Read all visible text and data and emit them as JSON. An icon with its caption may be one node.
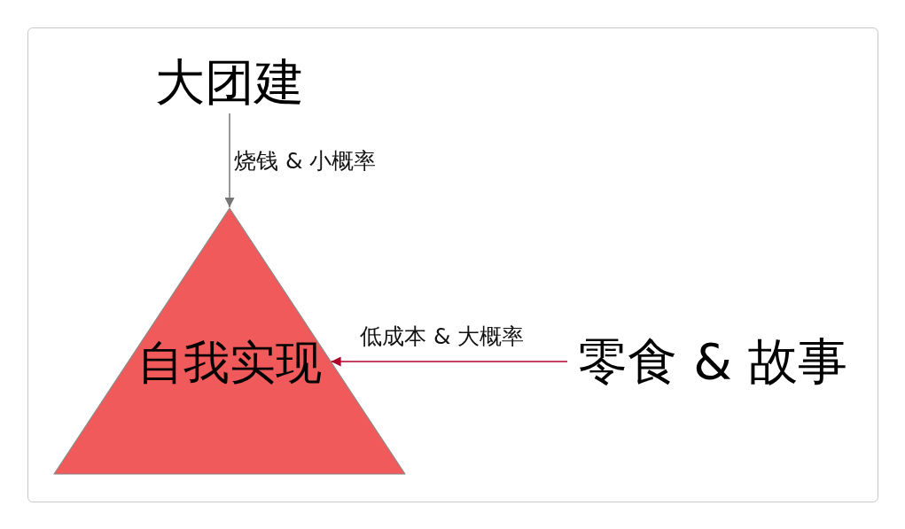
{
  "diagram": {
    "nodes": [
      {
        "text": [
          "大团建"
        ]
      },
      {
        "text": [
          "自我实现"
        ]
      },
      {
        "text": [
          "零食 & 故事"
        ]
      }
    ],
    "edges": [
      {
        "from": 0,
        "to": 1,
        "arrow": "to",
        "label": "烧钱 & 小概率",
        "color": "#757575"
      },
      {
        "from": 2,
        "to": 1,
        "arrow": "to",
        "label": "低成本 & 大概率",
        "color": "#b0002a"
      }
    ]
  }
}
